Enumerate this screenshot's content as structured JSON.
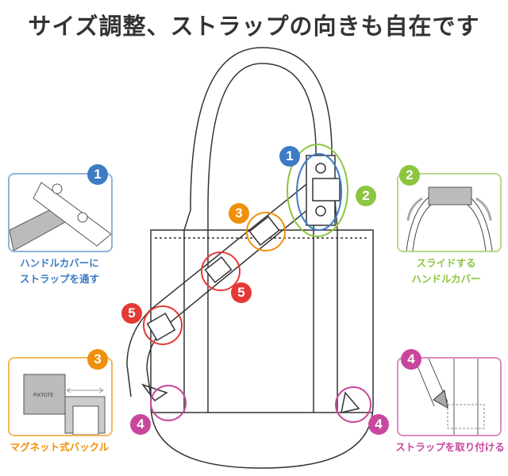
{
  "title": "サイズ調整、ストラップの向きも自在です",
  "colors": {
    "blue": "#3d7cc4",
    "green": "#8cc63f",
    "orange": "#f0900a",
    "red": "#e53935",
    "pink": "#c8479c"
  },
  "features": [
    {
      "number": "1",
      "lines": [
        "ハンドルカバーに",
        "ストラップを通す"
      ]
    },
    {
      "number": "2",
      "lines": [
        "スライドする",
        "ハンドルカバー"
      ]
    },
    {
      "number": "3",
      "lines": [
        "マグネット式バックル"
      ]
    },
    {
      "number": "4",
      "lines": [
        "ストラップを取り付ける"
      ]
    },
    {
      "number": "5"
    }
  ],
  "buckle_logo": "PIXTOTE"
}
